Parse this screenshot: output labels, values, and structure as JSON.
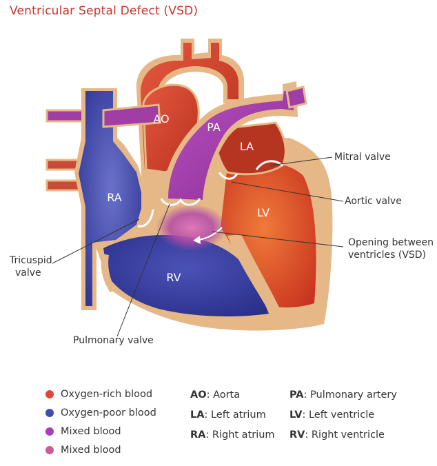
{
  "title": "Ventricular Septal Defect (VSD)",
  "chambers": {
    "ao": "AO",
    "pa": "PA",
    "la": "LA",
    "ra": "RA",
    "lv": "LV",
    "rv": "RV"
  },
  "callouts": {
    "mitral": "Mitral valve",
    "aortic": "Aortic valve",
    "opening_line1": "Opening between",
    "opening_line2": "ventricles (VSD)",
    "tricuspid_line1": "Tricuspid",
    "tricuspid_line2": "valve",
    "pulmonary": "Pulmonary valve"
  },
  "legend": {
    "colors": [
      {
        "label": "Oxygen-rich blood",
        "color": "#e0463a"
      },
      {
        "label": "Oxygen-poor blood",
        "color": "#3f4fb0"
      },
      {
        "label": "Mixed blood",
        "color": "#a640b4"
      },
      {
        "label": "Mixed blood",
        "color": "#cf5a98"
      }
    ],
    "abbreviations_col1": [
      {
        "abbr": "AO",
        "meaning": "Aorta"
      },
      {
        "abbr": "LA",
        "meaning": "Left atrium"
      },
      {
        "abbr": "RA",
        "meaning": "Right atrium"
      }
    ],
    "abbreviations_col2": [
      {
        "abbr": "PA",
        "meaning": "Pulmonary artery"
      },
      {
        "abbr": "LV",
        "meaning": "Left ventricle"
      },
      {
        "abbr": "RV",
        "meaning": "Right ventricle"
      }
    ]
  },
  "palette": {
    "oxygen_rich": "#d9452f",
    "oxygen_poor": "#3a3f9e",
    "mixed_purple": "#a13ea6",
    "mixed_pink": "#cf5a98",
    "wall": "#e6b887"
  }
}
